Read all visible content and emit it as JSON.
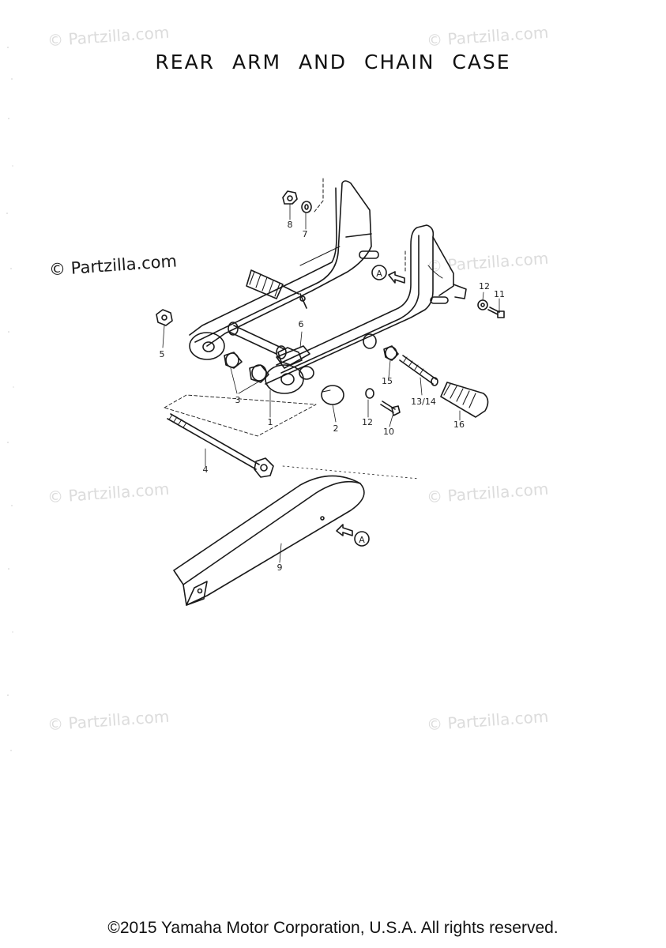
{
  "title": "REAR ARM AND CHAIN CASE",
  "watermark": "© Partzilla.com",
  "footer": "©2015 Yamaha Motor Corporation, U.S.A. All rights reserved.",
  "reference_mark": "A",
  "callouts": [
    "1",
    "2",
    "3",
    "4",
    "5",
    "6",
    "7",
    "8",
    "9",
    "10",
    "11",
    "12",
    "12",
    "13/14",
    "15",
    "16"
  ]
}
